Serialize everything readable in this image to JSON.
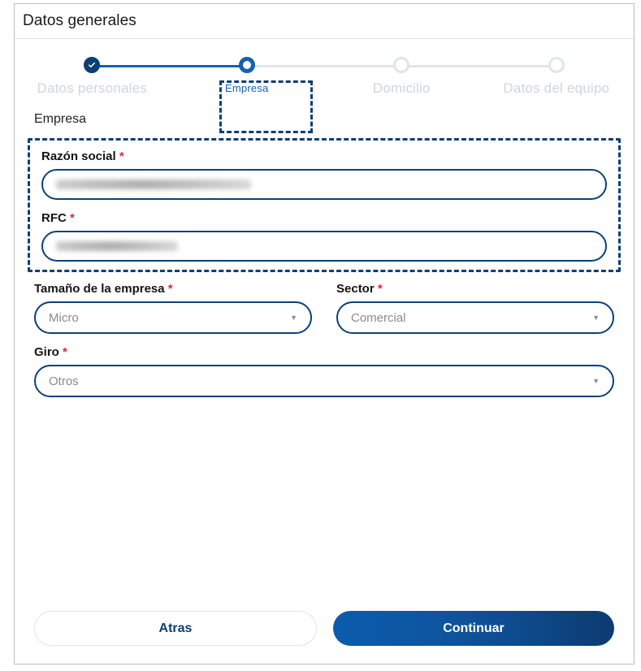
{
  "window": {
    "header_title": "Datos generales"
  },
  "stepper": {
    "steps": [
      {
        "label": "Datos personales",
        "state": "done",
        "icon": "check-icon"
      },
      {
        "label": "Empresa",
        "state": "current",
        "icon": "circle-icon"
      },
      {
        "label": "Domicilio",
        "state": "pending",
        "icon": "circle-icon"
      },
      {
        "label": "Datos del equipo",
        "state": "pending",
        "icon": "circle-icon"
      }
    ]
  },
  "form": {
    "section_title": "Empresa",
    "required_marker": "*",
    "fields": {
      "razon_social": {
        "label": "Razón social",
        "value": "",
        "redacted": true
      },
      "rfc": {
        "label": "RFC",
        "value": "",
        "redacted": true
      },
      "tamano": {
        "label": "Tamaño de la empresa",
        "value": "Micro",
        "caret": "▼"
      },
      "sector": {
        "label": "Sector",
        "value": "Comercial",
        "caret": "▼"
      },
      "giro": {
        "label": "Giro",
        "value": "Otros",
        "caret": "▼"
      }
    }
  },
  "footer": {
    "back_label": "Atras",
    "continue_label": "Continuar"
  },
  "colors": {
    "brand_navy": "#0d3f74",
    "brand_blue": "#1462ae",
    "required_red": "#e8262d",
    "step_inactive": "#ccd6e0",
    "input_border": "#0b4178",
    "placeholder_text": "#8b8b8b"
  }
}
